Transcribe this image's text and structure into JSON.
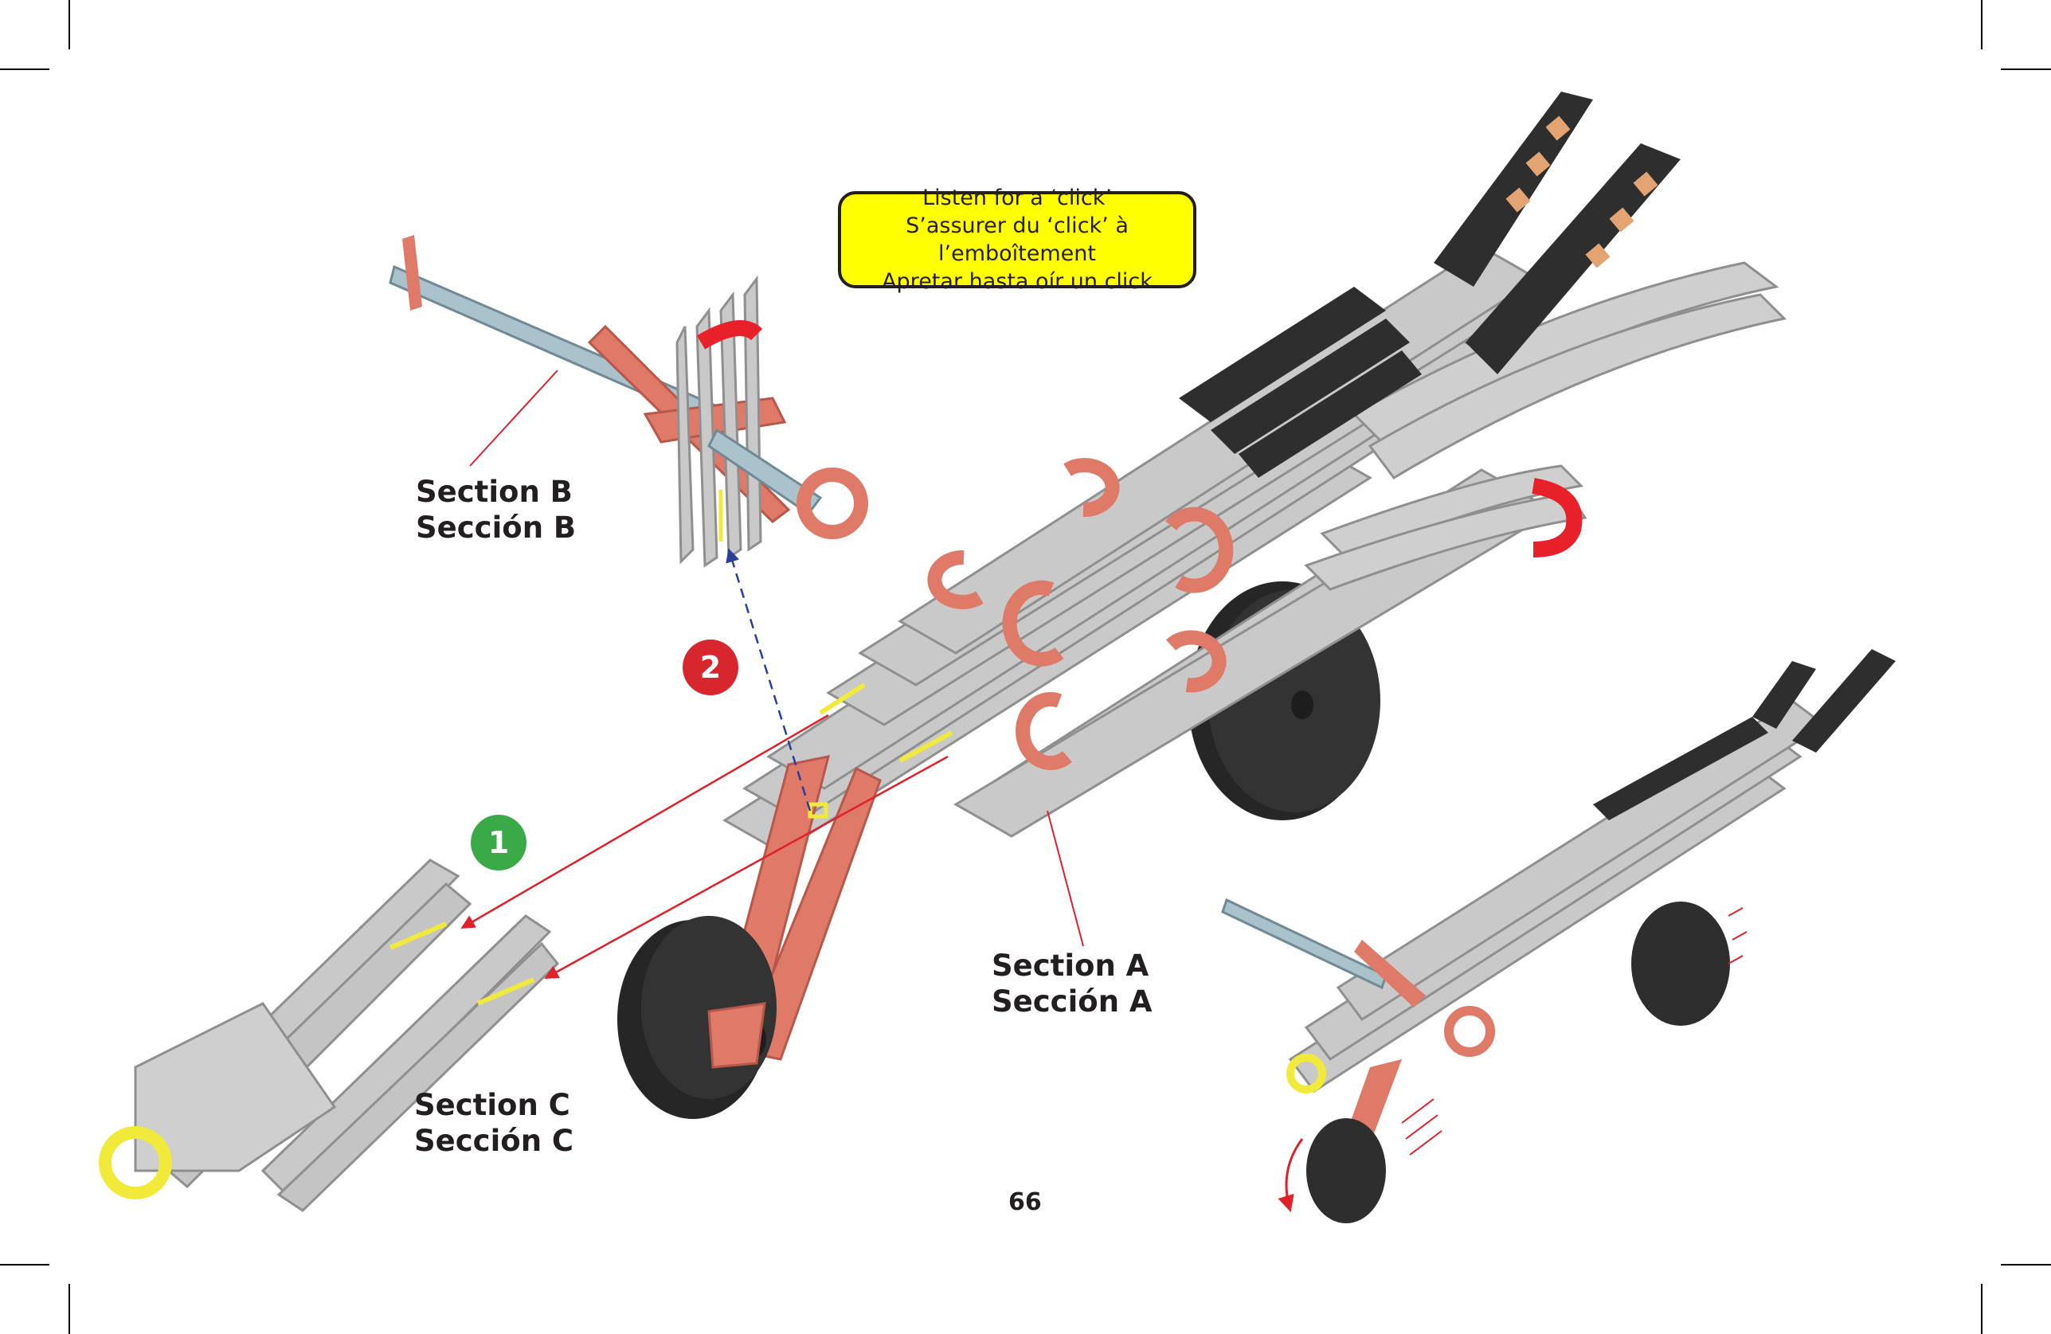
{
  "page": {
    "number": "66",
    "background": "#ffffff"
  },
  "notice": {
    "lines": [
      "Listen for a ‘click’",
      "S’assurer du ‘click’ à l’emboîtement",
      "Apretar hasta oír un click"
    ],
    "background": "#ffff00",
    "border": "#231f20"
  },
  "sections": {
    "a": {
      "en": "Section A",
      "es": "Sección A"
    },
    "b": {
      "en": "Section B",
      "es": "Sección B"
    },
    "c": {
      "en": "Section C",
      "es": "Sección C"
    }
  },
  "steps": [
    {
      "number": "1",
      "color": "#3aaa48"
    },
    {
      "number": "2",
      "color": "#d8262e"
    }
  ],
  "colors": {
    "part_grey": "#c8c8c8",
    "part_grey_dark": "#8f8f8f",
    "part_salmon": "#e07a68",
    "part_red": "#e8202a",
    "part_black": "#2e2e2e",
    "part_tan": "#e3a472",
    "part_yellow": "#f2ea3a",
    "part_blue_grey": "#a9c2cc",
    "arrow_red": "#e0202a",
    "arrow_blue": "#2a3f9c"
  },
  "icons": {
    "crop_marks": "crop-mark-icon",
    "assembly_arrows": "arrow-icon"
  }
}
